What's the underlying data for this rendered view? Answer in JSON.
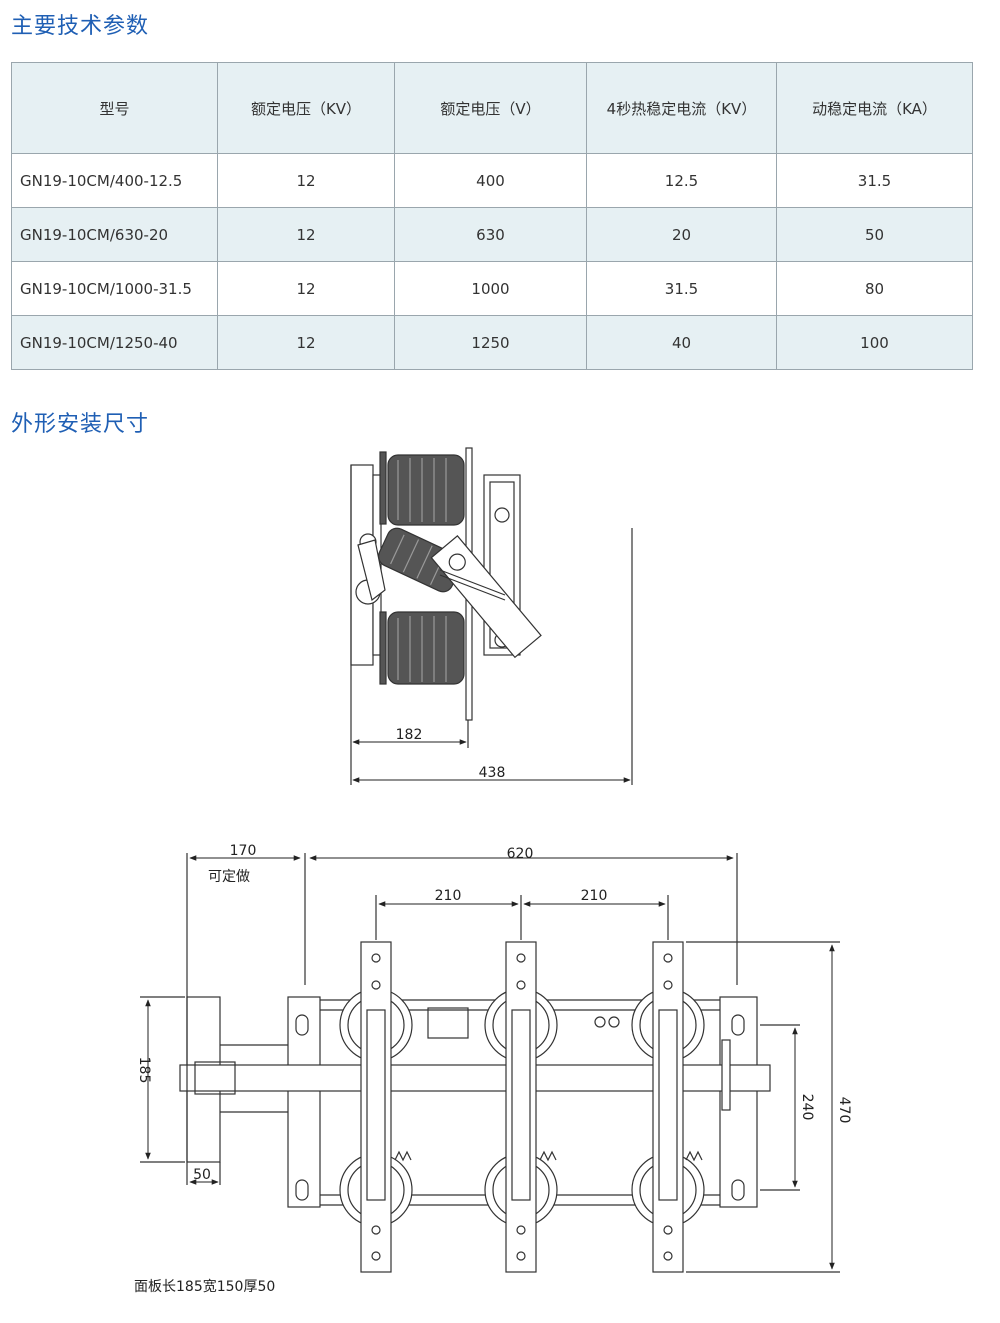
{
  "sections": {
    "spec_title": "主要技术参数",
    "install_title": "外形安装尺寸"
  },
  "table": {
    "headers": [
      "型号",
      "额定电压（KV）",
      "额定电压（V）",
      "4秒热稳定电流（KV）",
      "动稳定电流（KA）"
    ],
    "rows": [
      [
        "GN19-10CM/400-12.5",
        "12",
        "400",
        "12.5",
        "31.5"
      ],
      [
        "GN19-10CM/630-20",
        "12",
        "630",
        "20",
        "50"
      ],
      [
        "GN19-10CM/1000-31.5",
        "12",
        "1000",
        "31.5",
        "80"
      ],
      [
        "GN19-10CM/1250-40",
        "12",
        "1250",
        "40",
        "100"
      ]
    ]
  },
  "side_view": {
    "dim_182": "182",
    "dim_438": "438"
  },
  "front_view": {
    "dim_170": "170",
    "dim_170_note": "可定做",
    "dim_620": "620",
    "dim_210a": "210",
    "dim_210b": "210",
    "dim_185": "185",
    "dim_50": "50",
    "dim_240": "240",
    "dim_470": "470",
    "panel_note": "面板长185宽150厚50"
  },
  "colors": {
    "title": "#1f5fb4",
    "header_bg": "#e6f0f3",
    "table_border": "#9aa6ad",
    "insulator": "#555555",
    "drawing_line": "#333333"
  }
}
